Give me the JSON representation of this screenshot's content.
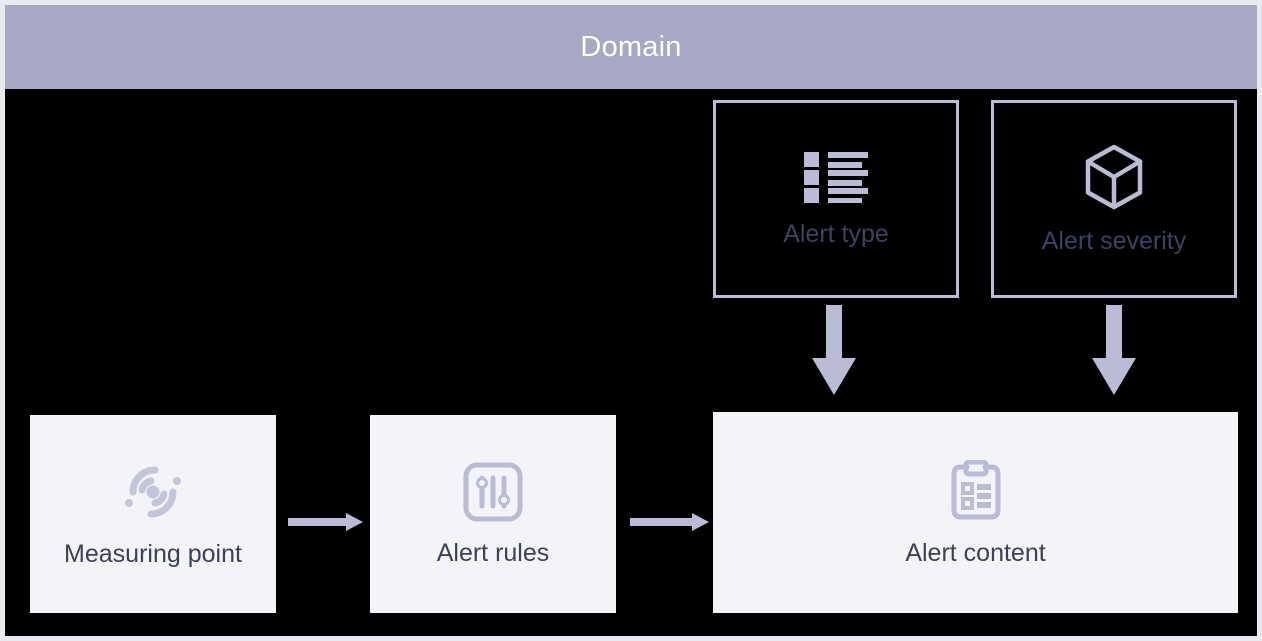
{
  "header": {
    "title": "Domain"
  },
  "colors": {
    "header_bg": "#a6a8c4",
    "header_text": "#ffffff",
    "canvas_bg": "#e9e9f0",
    "body_bg": "#000000",
    "node_border": "#b9bcd4",
    "node_fill": "#f4f4f8",
    "label_text": "#3c415a",
    "icon": "#b9bcd4",
    "arrow": "#b9bcd4"
  },
  "nodes": [
    {
      "id": "alert-type",
      "label": "Alert type",
      "icon": "list-icon",
      "style": "outline"
    },
    {
      "id": "alert-severity",
      "label": "Alert severity",
      "icon": "cube-icon",
      "style": "outline"
    },
    {
      "id": "measuring-point",
      "label": "Measuring point",
      "icon": "signal-icon",
      "style": "filled"
    },
    {
      "id": "alert-rules",
      "label": "Alert rules",
      "icon": "sliders-icon",
      "style": "filled"
    },
    {
      "id": "alert-content",
      "label": "Alert content",
      "icon": "clipboard-icon",
      "style": "filled"
    }
  ],
  "arrows": [
    {
      "id": "type-to-content",
      "from": "alert-type",
      "to": "alert-content",
      "direction": "down",
      "style": "block"
    },
    {
      "id": "severity-to-content",
      "from": "alert-severity",
      "to": "alert-content",
      "direction": "down",
      "style": "block"
    },
    {
      "id": "mp-to-rules",
      "from": "measuring-point",
      "to": "alert-rules",
      "direction": "right",
      "style": "line"
    },
    {
      "id": "rules-to-content",
      "from": "alert-rules",
      "to": "alert-content",
      "direction": "right",
      "style": "line"
    }
  ]
}
